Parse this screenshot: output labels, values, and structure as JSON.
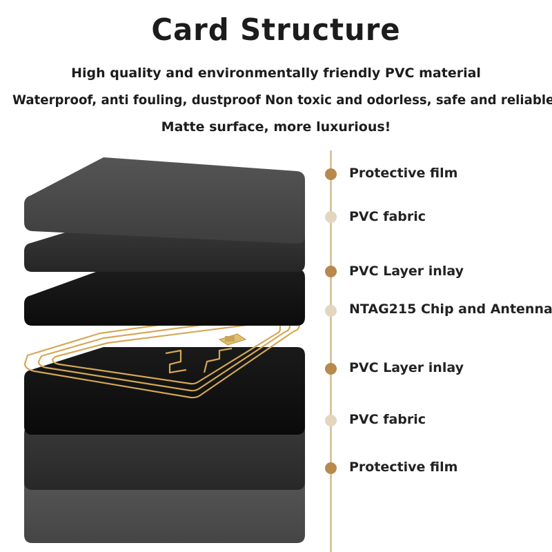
{
  "title": "Card Structure",
  "subtitles": [
    "High quality and environmentally friendly PVC material",
    "Waterproof, anti fouling, dustproof Non toxic and odorless, safe and reliable",
    "Matte surface, more luxurious!"
  ],
  "colors": {
    "accent_dark": "#b8894e",
    "accent_light": "#e4d5be",
    "timeline": "#d9c4a3",
    "antenna": "#d4a857",
    "layer_gray": "#4b4b4b",
    "layer_dark": "#2a2a2a",
    "layer_black": "#111111"
  },
  "layers": [
    {
      "label": "Protective film",
      "dot_style": "dark"
    },
    {
      "label": "PVC fabric",
      "dot_style": "light"
    },
    {
      "label": "PVC Layer inlay",
      "dot_style": "dark"
    },
    {
      "label": "NTAG215 Chip and Antenna",
      "dot_style": "light"
    },
    {
      "label": "PVC Layer inlay",
      "dot_style": "dark"
    },
    {
      "label": "PVC fabric",
      "dot_style": "light"
    },
    {
      "label": "Protective film",
      "dot_style": "dark"
    }
  ]
}
